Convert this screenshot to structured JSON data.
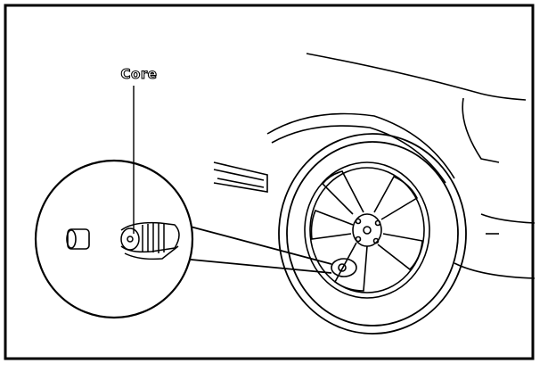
{
  "figure": {
    "callout_label": "Core",
    "colors": {
      "line": "#000000",
      "background": "#ffffff"
    },
    "parts": [
      "outer-frame",
      "car-body-outline",
      "tire",
      "wheel-rim",
      "valve-stem",
      "magnified-callout-circle",
      "valve-cap",
      "valve-core"
    ]
  }
}
